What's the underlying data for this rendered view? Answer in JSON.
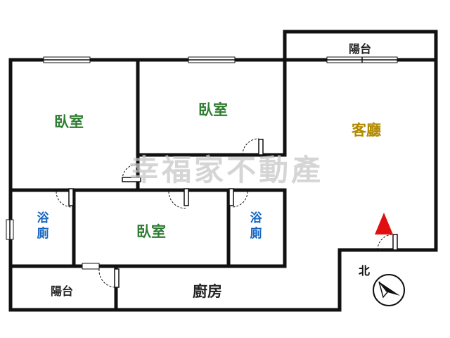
{
  "rooms": {
    "bedroom_left": "臥室",
    "bedroom_mid": "臥室",
    "living_room": "客廳",
    "bedroom_center": "臥室",
    "bath_left": "浴\n廁",
    "bath_right": "浴\n廁",
    "balcony_top": "陽台",
    "balcony_bottom": "陽台",
    "kitchen": "廚房"
  },
  "compass": {
    "north_label": "北"
  },
  "watermark": "幸福家不動產",
  "colors": {
    "wall": "#111111",
    "bedroom_text": "#2e7d32",
    "living_text": "#b08a00",
    "bath_text": "#1565c0",
    "utility_text": "#222222",
    "watermark": "#c8c8c8",
    "arrow": "#e01010"
  }
}
